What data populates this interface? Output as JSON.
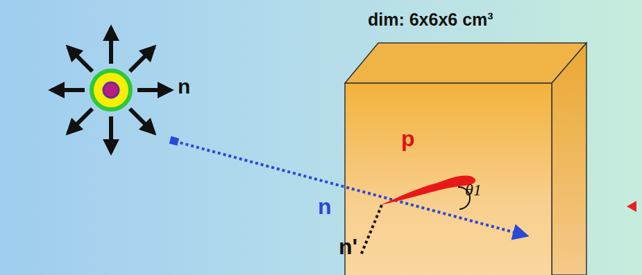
{
  "diagram": {
    "labels": [
      "dim: 6x6x6 cm³",
      "n",
      "p",
      "n",
      "n'",
      "θ1"
    ]
  }
}
